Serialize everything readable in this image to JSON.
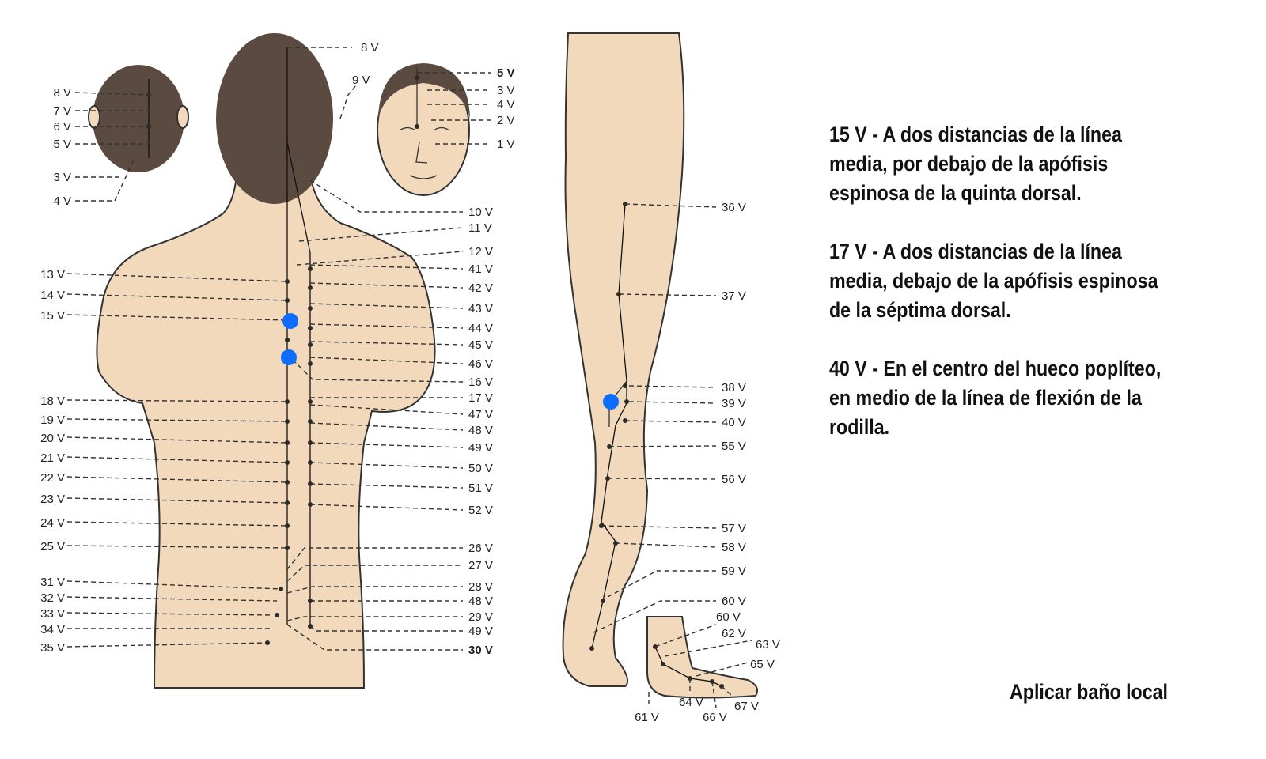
{
  "notes": [
    {
      "code": "15 V",
      "text": "A dos distancias de la línea media, por debajo de la apófisis espinosa de la quinta dorsal."
    },
    {
      "code": "17 V",
      "text": "A dos distancias de la línea media, debajo de la apófisis espinosa de la séptima dorsal."
    },
    {
      "code": "40 V",
      "text": "En el centro del hueco poplíteo, en medio de la línea de flexión de la rodilla."
    }
  ],
  "footer": "Aplicar baño local",
  "highlight_color": "#0d6efd",
  "head_back_labels": [
    "8 V",
    "7 V",
    "6 V",
    "5 V",
    "3 V",
    "4 V"
  ],
  "head_front_labels": [
    "5 V",
    "3 V",
    "4 V",
    "2 V",
    "1 V"
  ],
  "head_top_labels": [
    "8 V",
    "9 V"
  ],
  "back_left_labels": [
    "13 V",
    "14 V",
    "15 V",
    "18 V",
    "19 V",
    "20 V",
    "21 V",
    "22 V",
    "23 V",
    "24 V",
    "25 V",
    "31 V",
    "32 V",
    "33 V",
    "34 V",
    "35 V"
  ],
  "back_right_labels": [
    "10 V",
    "11 V",
    "12 V",
    "41 V",
    "42 V",
    "43 V",
    "44 V",
    "45 V",
    "46 V",
    "16 V",
    "17 V",
    "47 V",
    "48 V",
    "49 V",
    "50 V",
    "51 V",
    "52 V",
    "26 V",
    "27 V",
    "28 V",
    "48 V",
    "29 V",
    "49 V",
    "30 V"
  ],
  "leg_labels": [
    "36 V",
    "37 V",
    "38 V",
    "39 V",
    "40 V",
    "55 V",
    "56 V",
    "57 V",
    "58 V",
    "59 V",
    "60 V"
  ],
  "foot_labels": [
    "60 V",
    "62 V",
    "63 V",
    "65 V",
    "67 V",
    "66 V",
    "64 V",
    "61 V"
  ]
}
